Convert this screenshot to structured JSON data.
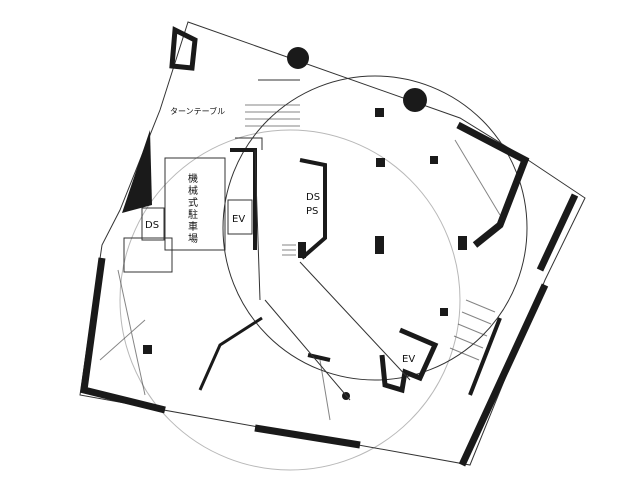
{
  "plan": {
    "turntable_label": "ターンテーブル",
    "parking_label_chars": [
      "機",
      "械",
      "式",
      "駐",
      "車",
      "場"
    ],
    "ds_left_label": "DS",
    "ev_left_label": "EV",
    "ds_label": "DS",
    "ps_label": "PS",
    "ev_right_label": "EV"
  }
}
